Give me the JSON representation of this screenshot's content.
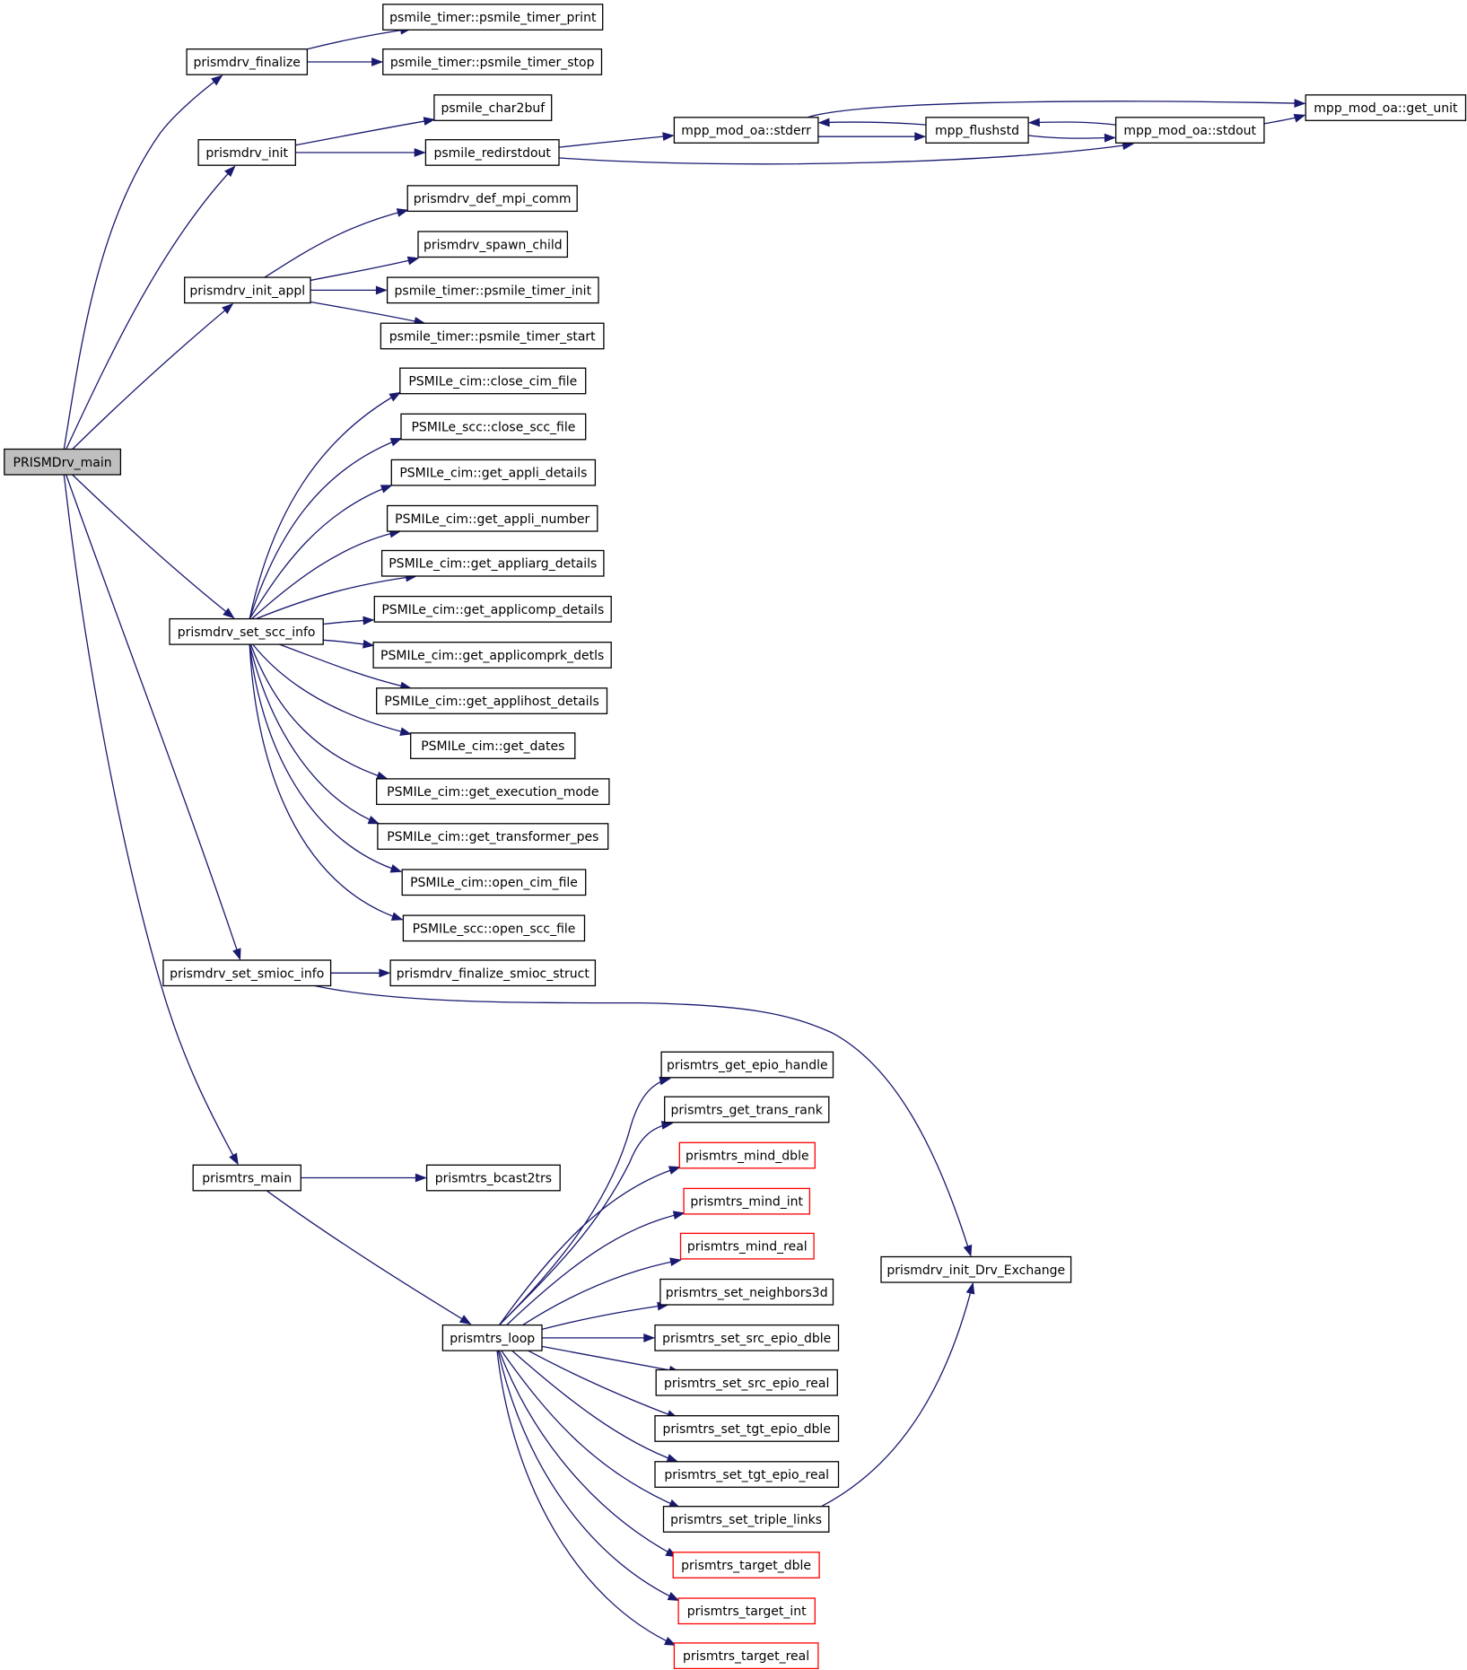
{
  "colors": {
    "edge": "#191970",
    "node_border": "#000000",
    "node_border_external": "#ff0000",
    "root_fill": "#bfbfbf",
    "node_fill": "#ffffff"
  },
  "nodes": {
    "root": "PRISMDrv_main",
    "finalize": "prismdrv_finalize",
    "timer_print": "psmile_timer::psmile_timer_print",
    "timer_stop": "psmile_timer::psmile_timer_stop",
    "init": "prismdrv_init",
    "char2buf": "psmile_char2buf",
    "redirstdout": "psmile_redirstdout",
    "stderr": "mpp_mod_oa::stderr",
    "flushstd": "mpp_flushstd",
    "stdout": "mpp_mod_oa::stdout",
    "get_unit": "mpp_mod_oa::get_unit",
    "init_appl": "prismdrv_init_appl",
    "def_mpi_comm": "prismdrv_def_mpi_comm",
    "spawn_child": "prismdrv_spawn_child",
    "timer_init": "psmile_timer::psmile_timer_init",
    "timer_start": "psmile_timer::psmile_timer_start",
    "set_scc_info": "prismdrv_set_scc_info",
    "close_cim_file": "PSMILe_cim::close_cim_file",
    "close_scc_file": "PSMILe_scc::close_scc_file",
    "get_appli_details": "PSMILe_cim::get_appli_details",
    "get_appli_number": "PSMILe_cim::get_appli_number",
    "get_appliarg_details": "PSMILe_cim::get_appliarg_details",
    "get_applicomp_details": "PSMILe_cim::get_applicomp_details",
    "get_applicomprk_detls": "PSMILe_cim::get_applicomprk_detls",
    "get_applihost_details": "PSMILe_cim::get_applihost_details",
    "get_dates": "PSMILe_cim::get_dates",
    "get_execution_mode": "PSMILe_cim::get_execution_mode",
    "get_transformer_pes": "PSMILe_cim::get_transformer_pes",
    "open_cim_file": "PSMILe_cim::open_cim_file",
    "open_scc_file": "PSMILe_scc::open_scc_file",
    "set_smioc_info": "prismdrv_set_smioc_info",
    "finalize_smioc_struct": "prismdrv_finalize_smioc_struct",
    "init_drv_exchange": "prismdrv_init_Drv_Exchange",
    "trs_main": "prismtrs_main",
    "bcast2trs": "prismtrs_bcast2trs",
    "trs_loop": "prismtrs_loop",
    "get_epio_handle": "prismtrs_get_epio_handle",
    "get_trans_rank": "prismtrs_get_trans_rank",
    "mind_dble": "prismtrs_mind_dble",
    "mind_int": "prismtrs_mind_int",
    "mind_real": "prismtrs_mind_real",
    "set_neighbors3d": "prismtrs_set_neighbors3d",
    "set_src_epio_dble": "prismtrs_set_src_epio_dble",
    "set_src_epio_real": "prismtrs_set_src_epio_real",
    "set_tgt_epio_dble": "prismtrs_set_tgt_epio_dble",
    "set_tgt_epio_real": "prismtrs_set_tgt_epio_real",
    "set_triple_links": "prismtrs_set_triple_links",
    "target_dble": "prismtrs_target_dble",
    "target_int": "prismtrs_target_int",
    "target_real": "prismtrs_target_real"
  },
  "external_nodes": [
    "mind_dble",
    "mind_int",
    "mind_real",
    "target_dble",
    "target_int",
    "target_real"
  ],
  "edges": [
    [
      "root",
      "finalize"
    ],
    [
      "root",
      "init"
    ],
    [
      "root",
      "init_appl"
    ],
    [
      "root",
      "set_scc_info"
    ],
    [
      "root",
      "set_smioc_info"
    ],
    [
      "root",
      "trs_main"
    ],
    [
      "finalize",
      "timer_print"
    ],
    [
      "finalize",
      "timer_stop"
    ],
    [
      "init",
      "char2buf"
    ],
    [
      "init",
      "redirstdout"
    ],
    [
      "redirstdout",
      "stderr"
    ],
    [
      "redirstdout",
      "stdout"
    ],
    [
      "stderr",
      "get_unit"
    ],
    [
      "stderr",
      "flushstd"
    ],
    [
      "flushstd",
      "stderr"
    ],
    [
      "flushstd",
      "stdout"
    ],
    [
      "stdout",
      "flushstd"
    ],
    [
      "stdout",
      "get_unit"
    ],
    [
      "init_appl",
      "def_mpi_comm"
    ],
    [
      "init_appl",
      "spawn_child"
    ],
    [
      "init_appl",
      "timer_init"
    ],
    [
      "init_appl",
      "timer_start"
    ],
    [
      "set_scc_info",
      "close_cim_file"
    ],
    [
      "set_scc_info",
      "close_scc_file"
    ],
    [
      "set_scc_info",
      "get_appli_details"
    ],
    [
      "set_scc_info",
      "get_appli_number"
    ],
    [
      "set_scc_info",
      "get_appliarg_details"
    ],
    [
      "set_scc_info",
      "get_applicomp_details"
    ],
    [
      "set_scc_info",
      "get_applicomprk_detls"
    ],
    [
      "set_scc_info",
      "get_applihost_details"
    ],
    [
      "set_scc_info",
      "get_dates"
    ],
    [
      "set_scc_info",
      "get_execution_mode"
    ],
    [
      "set_scc_info",
      "get_transformer_pes"
    ],
    [
      "set_scc_info",
      "open_cim_file"
    ],
    [
      "set_scc_info",
      "open_scc_file"
    ],
    [
      "set_smioc_info",
      "finalize_smioc_struct"
    ],
    [
      "set_smioc_info",
      "init_drv_exchange"
    ],
    [
      "trs_main",
      "bcast2trs"
    ],
    [
      "trs_main",
      "trs_loop"
    ],
    [
      "trs_loop",
      "get_epio_handle"
    ],
    [
      "trs_loop",
      "get_trans_rank"
    ],
    [
      "trs_loop",
      "mind_dble"
    ],
    [
      "trs_loop",
      "mind_int"
    ],
    [
      "trs_loop",
      "mind_real"
    ],
    [
      "trs_loop",
      "set_neighbors3d"
    ],
    [
      "trs_loop",
      "set_src_epio_dble"
    ],
    [
      "trs_loop",
      "set_src_epio_real"
    ],
    [
      "trs_loop",
      "set_tgt_epio_dble"
    ],
    [
      "trs_loop",
      "set_tgt_epio_real"
    ],
    [
      "trs_loop",
      "set_triple_links"
    ],
    [
      "trs_loop",
      "target_dble"
    ],
    [
      "trs_loop",
      "target_int"
    ],
    [
      "trs_loop",
      "target_real"
    ],
    [
      "set_triple_links",
      "init_drv_exchange"
    ]
  ]
}
